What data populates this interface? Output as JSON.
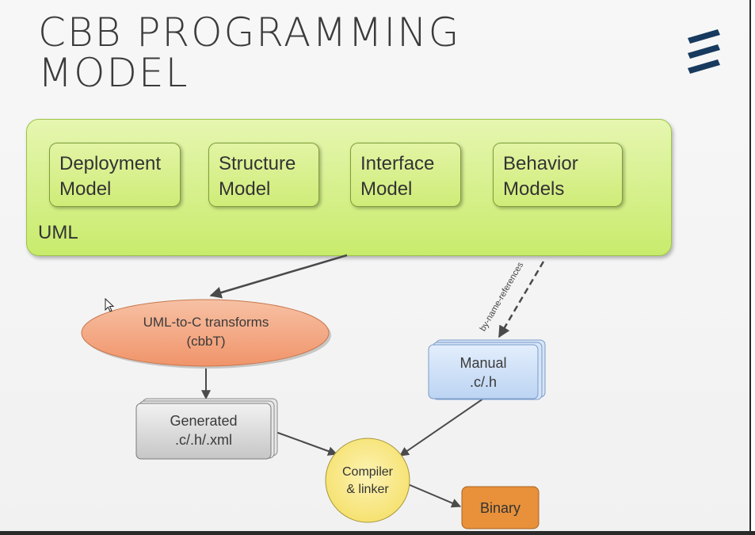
{
  "slide": {
    "title_line1": "CBB PROGRAMMING",
    "title_line2": "MODEL",
    "colors": {
      "uml": "#c8eb6c",
      "transform": "#f4a57f",
      "generated": "#d9d9d9",
      "manual": "#c9def7",
      "compiler": "#fbe887",
      "binary": "#e8913a",
      "logo": "#173a5e"
    }
  },
  "uml": {
    "label": "UML",
    "models": [
      {
        "line1": "Deployment",
        "line2": "Model"
      },
      {
        "line1": "Structure",
        "line2": "Model"
      },
      {
        "line1": "Interface",
        "line2": "Model"
      },
      {
        "line1": "Behavior",
        "line2": "Models"
      }
    ]
  },
  "flow": {
    "transform": {
      "line1": "UML-to-C transforms",
      "line2": "(cbbT)"
    },
    "generated": {
      "line1": "Generated",
      "line2": ".c/.h/.xml"
    },
    "manual": {
      "line1": "Manual",
      "line2": ".c/.h"
    },
    "compiler": {
      "line1": "Compiler",
      "line2": "& linker"
    },
    "binary": {
      "label": "Binary"
    },
    "dashed_edge_label": "by-name-references"
  }
}
